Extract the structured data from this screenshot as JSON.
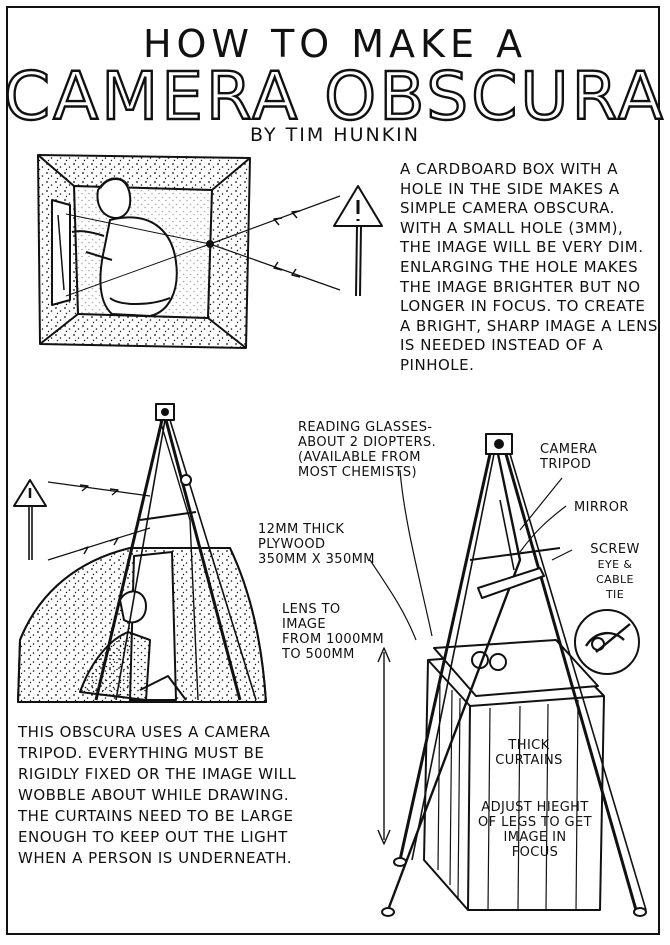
{
  "title": {
    "line1": "HOW TO MAKE A",
    "line2": "CAMERA OBSCURA",
    "byline": "BY TIM HUNKIN"
  },
  "intro_text": "A CARDBOARD BOX WITH A HOLE IN THE SIDE MAKES A SIMPLE CAMERA OBSCURA. WITH A SMALL HOLE (3mm), THE IMAGE WILL BE VERY DIM. ENLARGING THE HOLE MAKES THE IMAGE BRIGHTER BUT NO LONGER IN FOCUS. TO CREATE A BRIGHT, SHARP IMAGE A LENS IS NEEDED INSTEAD OF A PINHOLE.",
  "tripod_text": "THIS OBSCURA USES A CAMERA TRIPOD. EVERYTHING MUST BE RIGIDLY FIXED OR THE IMAGE WILL WOBBLE ABOUT WHILE DRAWING. THE CURTAINS NEED TO BE LARGE ENOUGH TO KEEP OUT THE LIGHT WHEN A PERSON IS UNDERNEATH.",
  "labels": {
    "reading_glasses": [
      "READING GLASSES-",
      "ABOUT 2 DIOPTERS.",
      "(AVAILABLE FROM",
      "MOST CHEMISTS)"
    ],
    "camera_tripod": [
      "CAMERA",
      "TRIPOD"
    ],
    "mirror": [
      "MIRROR"
    ],
    "screw": [
      "SCREW",
      "EYE &",
      "CABLE",
      "TIE"
    ],
    "plywood": [
      "12mm THICK",
      "PLYWOOD",
      "350mm x 350mm"
    ],
    "lens_distance": [
      "LENS TO",
      "IMAGE",
      "FROM 1000mm",
      "TO 500mm"
    ],
    "curtains": [
      "THICK",
      "CURTAINS"
    ],
    "adjust": [
      "ADJUST HIEGHT",
      "OF LEGS TO GET",
      "IMAGE IN",
      "FOCUS"
    ]
  }
}
